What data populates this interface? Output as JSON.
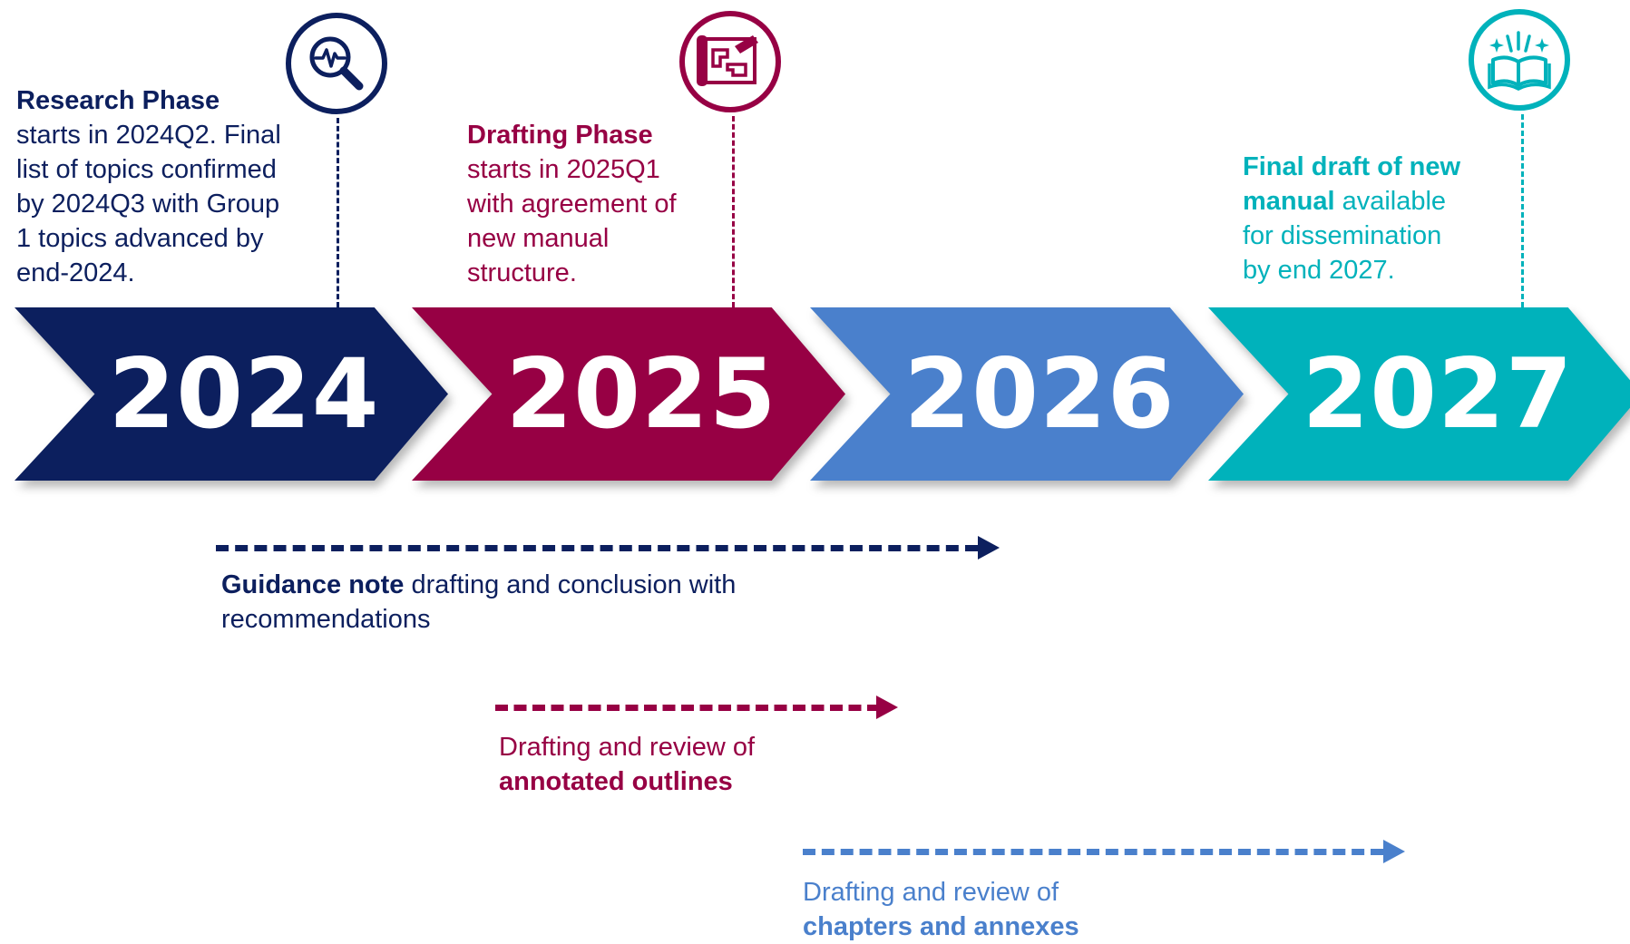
{
  "colors": {
    "navy": "#0c1f5e",
    "maroon": "#970044",
    "blue": "#4a80cc",
    "teal": "#00b2bb"
  },
  "years": [
    {
      "label": "2024",
      "color": "#0c1f5e"
    },
    {
      "label": "2025",
      "color": "#970044"
    },
    {
      "label": "2026",
      "color": "#4a80cc"
    },
    {
      "label": "2027",
      "color": "#00b2bb"
    }
  ],
  "milestones": {
    "research": {
      "icon": "magnifier-pulse-icon",
      "bold": "Research Phase",
      "line1": "starts in 2024Q2. Final",
      "line2": "list of topics confirmed",
      "line3": "by 2024Q3 with Group",
      "line4": "1 topics advanced by",
      "line5": "end-2024."
    },
    "drafting": {
      "icon": "blueprint-pencil-icon",
      "bold": "Drafting Phase",
      "line1": "starts in 2025Q1",
      "line2": "with agreement of",
      "line3": "new manual",
      "line4": "structure."
    },
    "final": {
      "icon": "open-book-sparkle-icon",
      "bold1": "Final draft of new",
      "bold2": "manual",
      "rest2": " available",
      "line3": "for dissemination",
      "line4": "by end 2027."
    }
  },
  "tracks": {
    "guidance": {
      "bold": "Guidance note",
      "rest": " drafting and conclusion with",
      "line2": "recommendations"
    },
    "outlines": {
      "line1": "Drafting and review of",
      "bold": "annotated outlines"
    },
    "chapters": {
      "line1": "Drafting and review of",
      "bold": "chapters and annexes"
    }
  }
}
